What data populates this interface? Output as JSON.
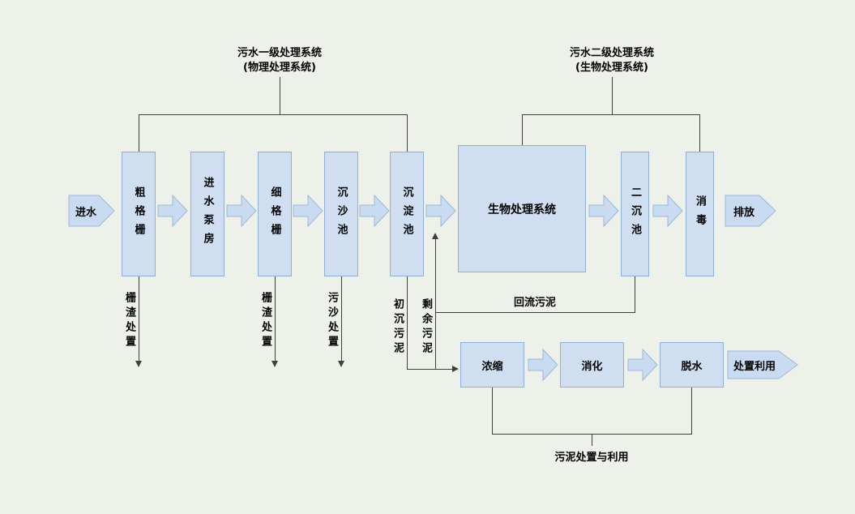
{
  "colors": {
    "background": "#edf1ea",
    "box_fill": "#cfdff1",
    "box_border": "#8fb0d3",
    "connector_fill": "#c8dbf0",
    "connector_border": "#9bb8d6",
    "line": "#3f3f3f",
    "text": "#000000"
  },
  "groups": {
    "primary": {
      "title": "污水一级处理系统",
      "subtitle": "(物理处理系统)"
    },
    "secondary": {
      "title": "污水二级处理系统",
      "subtitle": "(生物处理系统)"
    }
  },
  "flow": {
    "inlet": "进水",
    "outlet": "排放",
    "boxes": [
      {
        "label": "粗格栅"
      },
      {
        "label": "进水泵房"
      },
      {
        "label": "细格栅"
      },
      {
        "label": "沉沙池"
      },
      {
        "label": "沉淀池"
      },
      {
        "label": "生物处理系统"
      },
      {
        "label": "二沉池"
      },
      {
        "label": "消毒"
      }
    ]
  },
  "byproducts": {
    "screen_residue_1": "栅渣处置",
    "screen_residue_2": "栅渣处置",
    "grit_disposal": "污沙处置",
    "primary_sludge": "初沉污泥",
    "excess_sludge": "剩余污泥",
    "return_sludge": "回流污泥"
  },
  "sludge": {
    "boxes": [
      {
        "label": "浓缩"
      },
      {
        "label": "消化"
      },
      {
        "label": "脱水"
      }
    ],
    "outlet": "处置利用",
    "footer": "污泥处置与利用"
  }
}
